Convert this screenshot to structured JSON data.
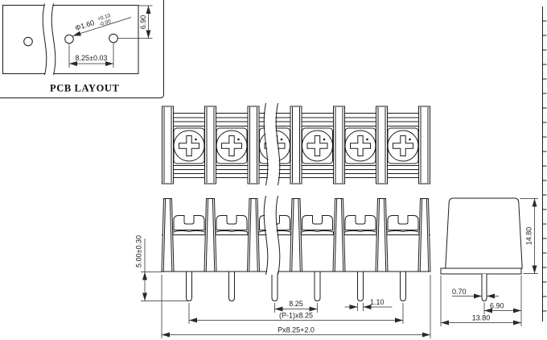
{
  "pcb_layout": {
    "caption": "PCB LAYOUT",
    "hole_diameter": "Φ1.60",
    "tolerance_plus": "+0.10",
    "tolerance_minus": "-0.00",
    "hole_spacing": "8.25±0.03",
    "hole_edge_distance": "6.90"
  },
  "front_view": {
    "pin_length": "5.00±0.30",
    "pin_pitch": "8.25",
    "pin_span": "(P-1)x8.25",
    "overall_width": "Px8.25+2.0",
    "pin_width": "1.10",
    "positions": 6
  },
  "side_view": {
    "body_height": "14.80",
    "pin_width": "0.70",
    "pin_to_edge_distance": "6.90",
    "base_width": "13.80"
  }
}
